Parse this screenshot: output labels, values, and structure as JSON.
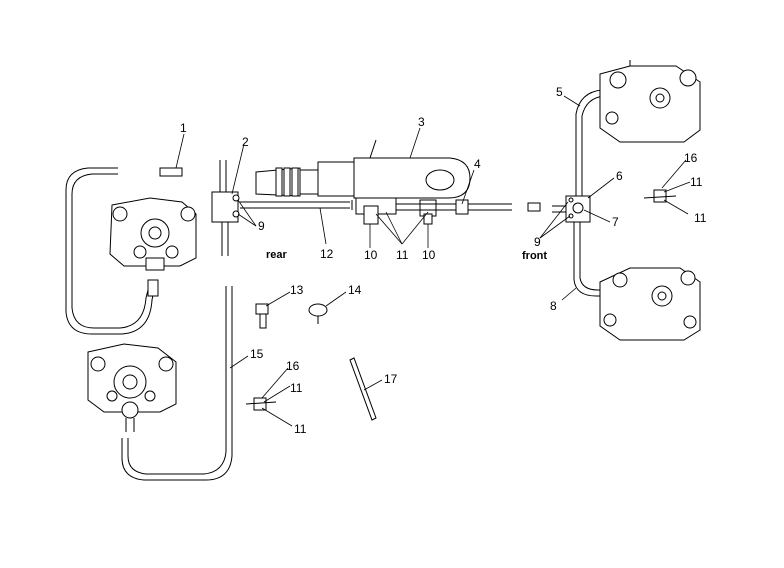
{
  "diagram": {
    "callouts": [
      "1",
      "2",
      "3",
      "4",
      "5",
      "6",
      "7",
      "8",
      "9",
      "9",
      "10",
      "10",
      "11",
      "11",
      "11",
      "11",
      "11",
      "12",
      "13",
      "14",
      "15",
      "16",
      "16",
      "17"
    ],
    "labels": {
      "rear": "rear",
      "front": "front"
    },
    "numbers": {
      "n1": "1",
      "n2": "2",
      "n3": "3",
      "n4": "4",
      "n5": "5",
      "n6": "6",
      "n7": "7",
      "n8": "8",
      "n9a": "9",
      "n9b": "9",
      "n10a": "10",
      "n10b": "10",
      "n11a": "11",
      "n11b": "11",
      "n11c": "11",
      "n11d": "11",
      "n11e": "11",
      "n12": "12",
      "n13": "13",
      "n14": "14",
      "n15": "15",
      "n16a": "16",
      "n16b": "16",
      "n17": "17"
    }
  }
}
